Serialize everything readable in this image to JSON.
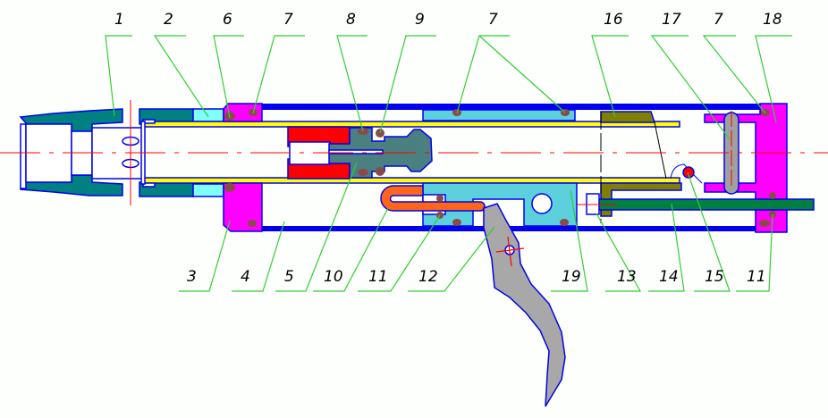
{
  "drawing": {
    "type": "technical cross-section assembly drawing",
    "colors": {
      "outline": "#0000ee",
      "housing": "#0000ee",
      "barrel_part1": "#008080",
      "sleeve_part2": "#80ffff",
      "end_cap_part3": "#ff00ff",
      "tube": "#ffff00",
      "piston_part4": "#ff0000",
      "valve_part5": "#4b8080",
      "block_part19": "#5cd0dd",
      "spring_part10": "#ff6619",
      "trigger_part12": "#a8a8a8",
      "latch_part16": "#808000",
      "rod_part14": "#008040",
      "ball_part15": "#ff0000",
      "pin_part17": "#a0a0a0",
      "oring": "#8b4a4a",
      "leader": "#33cc33",
      "centerline": "#ff0000",
      "label_text": "#000000"
    },
    "labels_top": [
      "1",
      "2",
      "6",
      "7",
      "8",
      "9",
      "7",
      "16",
      "17",
      "7",
      "18"
    ],
    "labels_bottom": [
      "3",
      "4",
      "5",
      "10",
      "11",
      "12",
      "19",
      "13",
      "14",
      "15",
      "11"
    ]
  }
}
